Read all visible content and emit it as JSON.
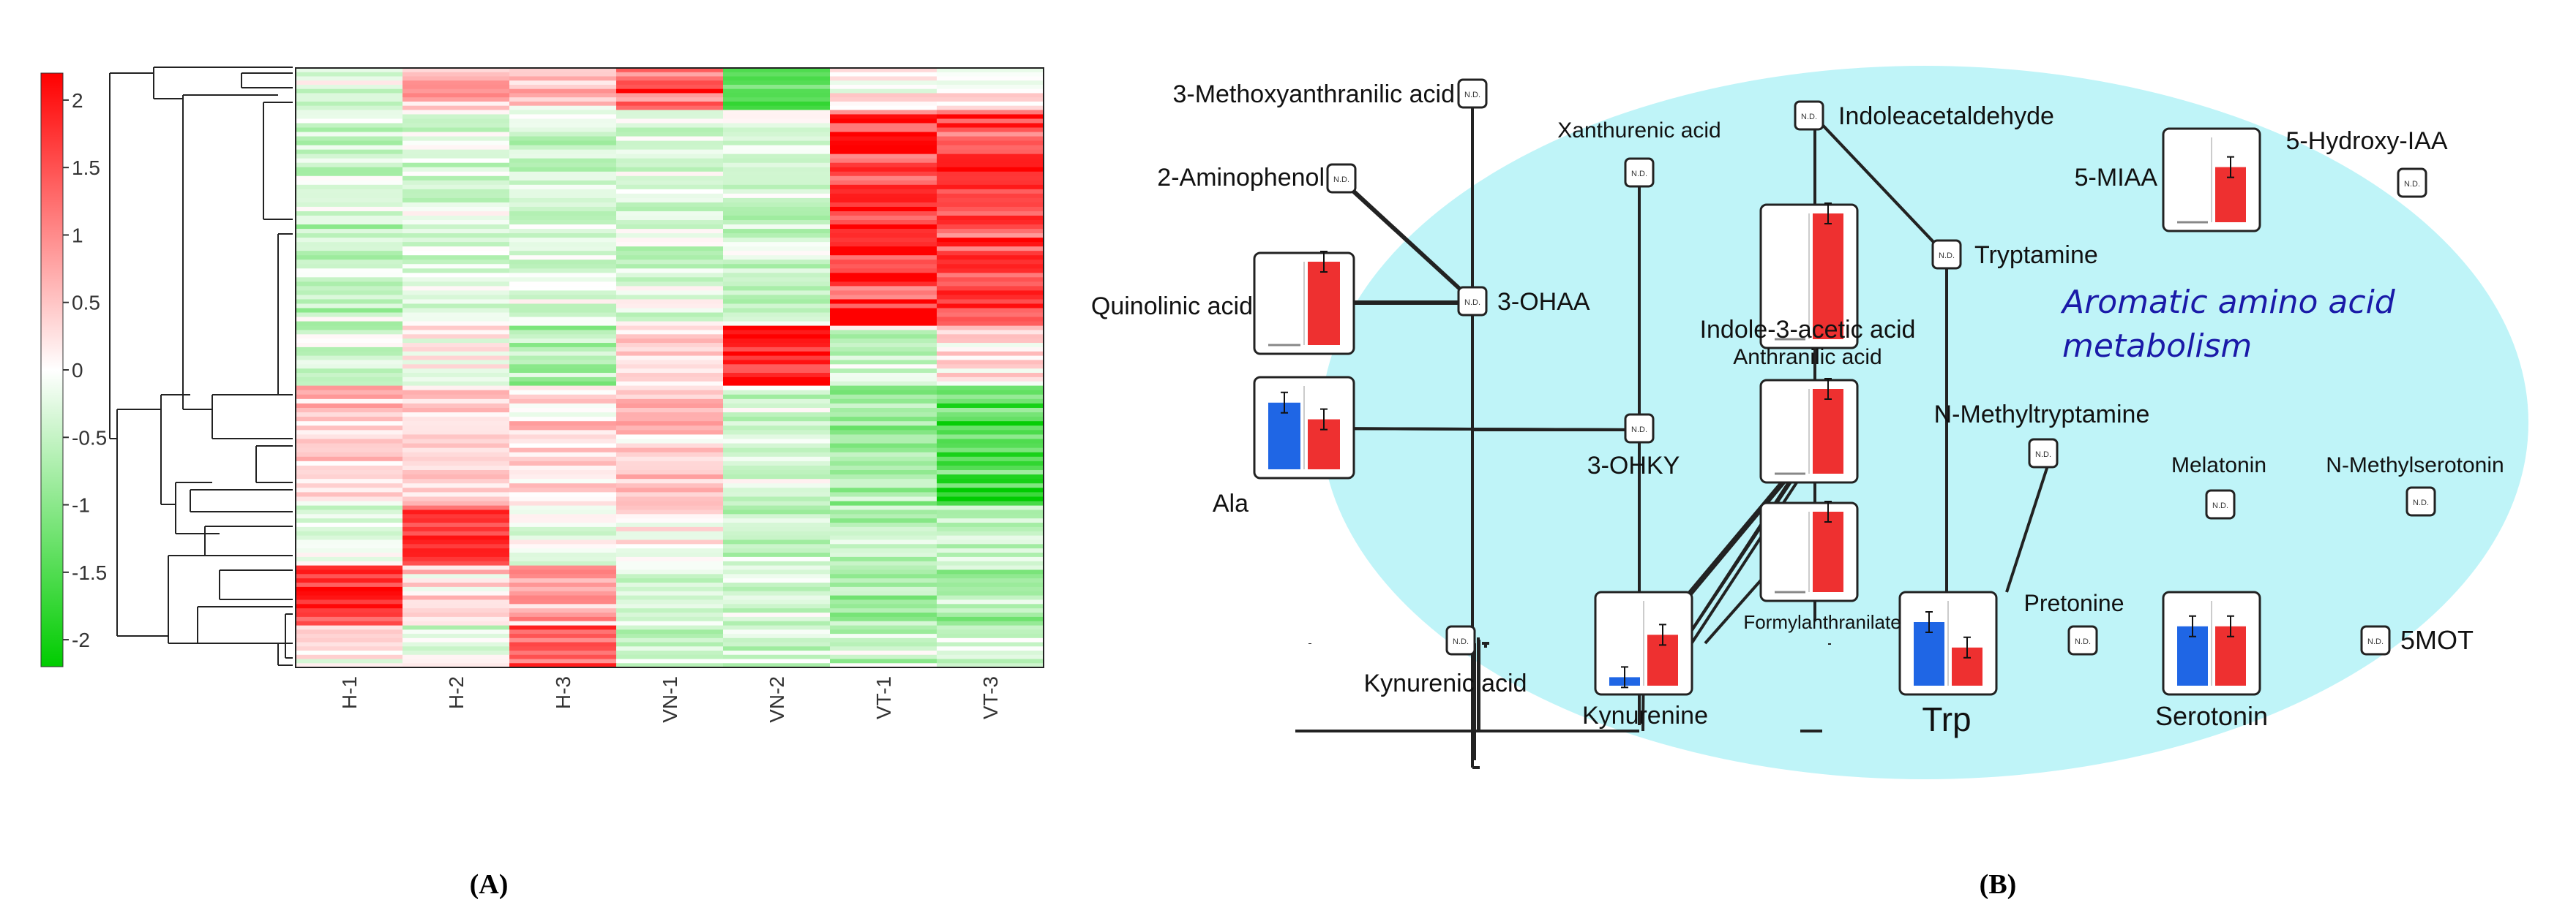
{
  "panel_labels": {
    "a": "(A)",
    "b": "(B)"
  },
  "heatmap": {
    "colorbar_ticks": [
      "2",
      "1.5",
      "1",
      "0.5",
      "0",
      "-0.5",
      "-1",
      "-1.5",
      "-2"
    ],
    "colorbar_values": [
      2,
      1.5,
      1,
      0.5,
      0,
      -0.5,
      -1,
      -1.5,
      -2
    ],
    "samples": [
      "H-1",
      "H-2",
      "H-3",
      "VN-1",
      "VN-2",
      "VT-1",
      "VT-3"
    ]
  },
  "chart_data": {
    "type": "heatmap",
    "title": "",
    "xlabel": "",
    "ylabel": "",
    "categories": [
      "H-1",
      "H-2",
      "H-3",
      "VN-1",
      "VN-2",
      "VT-1",
      "VT-3"
    ],
    "color_scale": {
      "min": -2.2,
      "max": 2.2,
      "low_color": "#00cc00",
      "mid_color": "#ffffff",
      "high_color": "#ff0000"
    },
    "row_clusters": [
      {
        "rows_fraction": 0.07,
        "values": [
          -0.3,
          0.9,
          0.5,
          1.8,
          -1.6,
          0.1,
          0.2
        ]
      },
      {
        "rows_fraction": 0.36,
        "values": [
          -0.5,
          -0.4,
          -0.4,
          -0.3,
          -0.4,
          2.2,
          2.0
        ]
      },
      {
        "rows_fraction": 0.1,
        "values": [
          -0.3,
          0.1,
          -0.8,
          0.5,
          2.2,
          -0.4,
          0.3
        ]
      },
      {
        "rows_fraction": 0.2,
        "values": [
          0.5,
          0.6,
          0.4,
          0.6,
          -0.4,
          -0.9,
          -1.8
        ]
      },
      {
        "rows_fraction": 0.1,
        "values": [
          -0.4,
          2.0,
          -0.2,
          0.2,
          -0.6,
          -0.8,
          -0.6
        ]
      },
      {
        "rows_fraction": 0.1,
        "values": [
          2.0,
          0.4,
          0.8,
          -0.3,
          -0.5,
          -0.8,
          -0.7
        ]
      },
      {
        "rows_fraction": 0.07,
        "values": [
          0.1,
          -0.3,
          2.1,
          -0.4,
          -0.5,
          -0.6,
          -0.4
        ]
      }
    ]
  },
  "pathway": {
    "title_line1": "Aromatic amino acid",
    "title_line2": "metabolism",
    "nd_label": "N.D.",
    "labels": {
      "methoxyanthranilic": "3-Methoxyanthranilic acid",
      "aminophenol": "2-Aminophenol",
      "quinolinic": "Quinolinic acid",
      "ohaa": "3-OHAA",
      "xanthurenic": "Xanthurenic acid",
      "ala": "Ala",
      "ohky": "3-OHKY",
      "indoleacetaldehyde": "Indoleacetaldehyde",
      "tryptamine": "Tryptamine",
      "iaa": "Indole-3-acetic acid",
      "anthranilic": "Anthranilic acid",
      "nmethyltryptamine": "N-Methyltryptamine",
      "miaa": "5-MIAA",
      "hydroxyiaa": "5-Hydroxy-IAA",
      "melatonin": "Melatonin",
      "nmethylserotonin": "N-Methylserotonin",
      "kynurenic": "Kynurenic acid",
      "kynurenine": "Kynurenine",
      "formylanthranilate": "Formylanthranilate",
      "pretonine": "Pretonine",
      "trp": "Trp",
      "serotonin": "Serotonin",
      "fivemot": "5MOT"
    },
    "bar_colors": {
      "group1": "#1f66e5",
      "group2": "#ee3030"
    },
    "bar_charts": [
      {
        "metabolite": "Quinolinic acid",
        "values": [
          0.0,
          1.0
        ]
      },
      {
        "metabolite": "Ala",
        "values": [
          0.8,
          0.6
        ]
      },
      {
        "metabolite": "Indole-3-acetic acid",
        "values": [
          0.0,
          1.0
        ]
      },
      {
        "metabolite": "Anthranilic acid",
        "values": [
          0.0,
          1.0
        ]
      },
      {
        "metabolite": "Formylanthranilate",
        "values": [
          0.0,
          1.0
        ]
      },
      {
        "metabolite": "Kynurenine",
        "values": [
          0.1,
          0.6
        ]
      },
      {
        "metabolite": "Trp",
        "values": [
          0.75,
          0.45
        ]
      },
      {
        "metabolite": "Serotonin",
        "values": [
          0.7,
          0.7
        ]
      },
      {
        "metabolite": "5-MIAA",
        "values": [
          0.0,
          0.65
        ]
      }
    ]
  }
}
